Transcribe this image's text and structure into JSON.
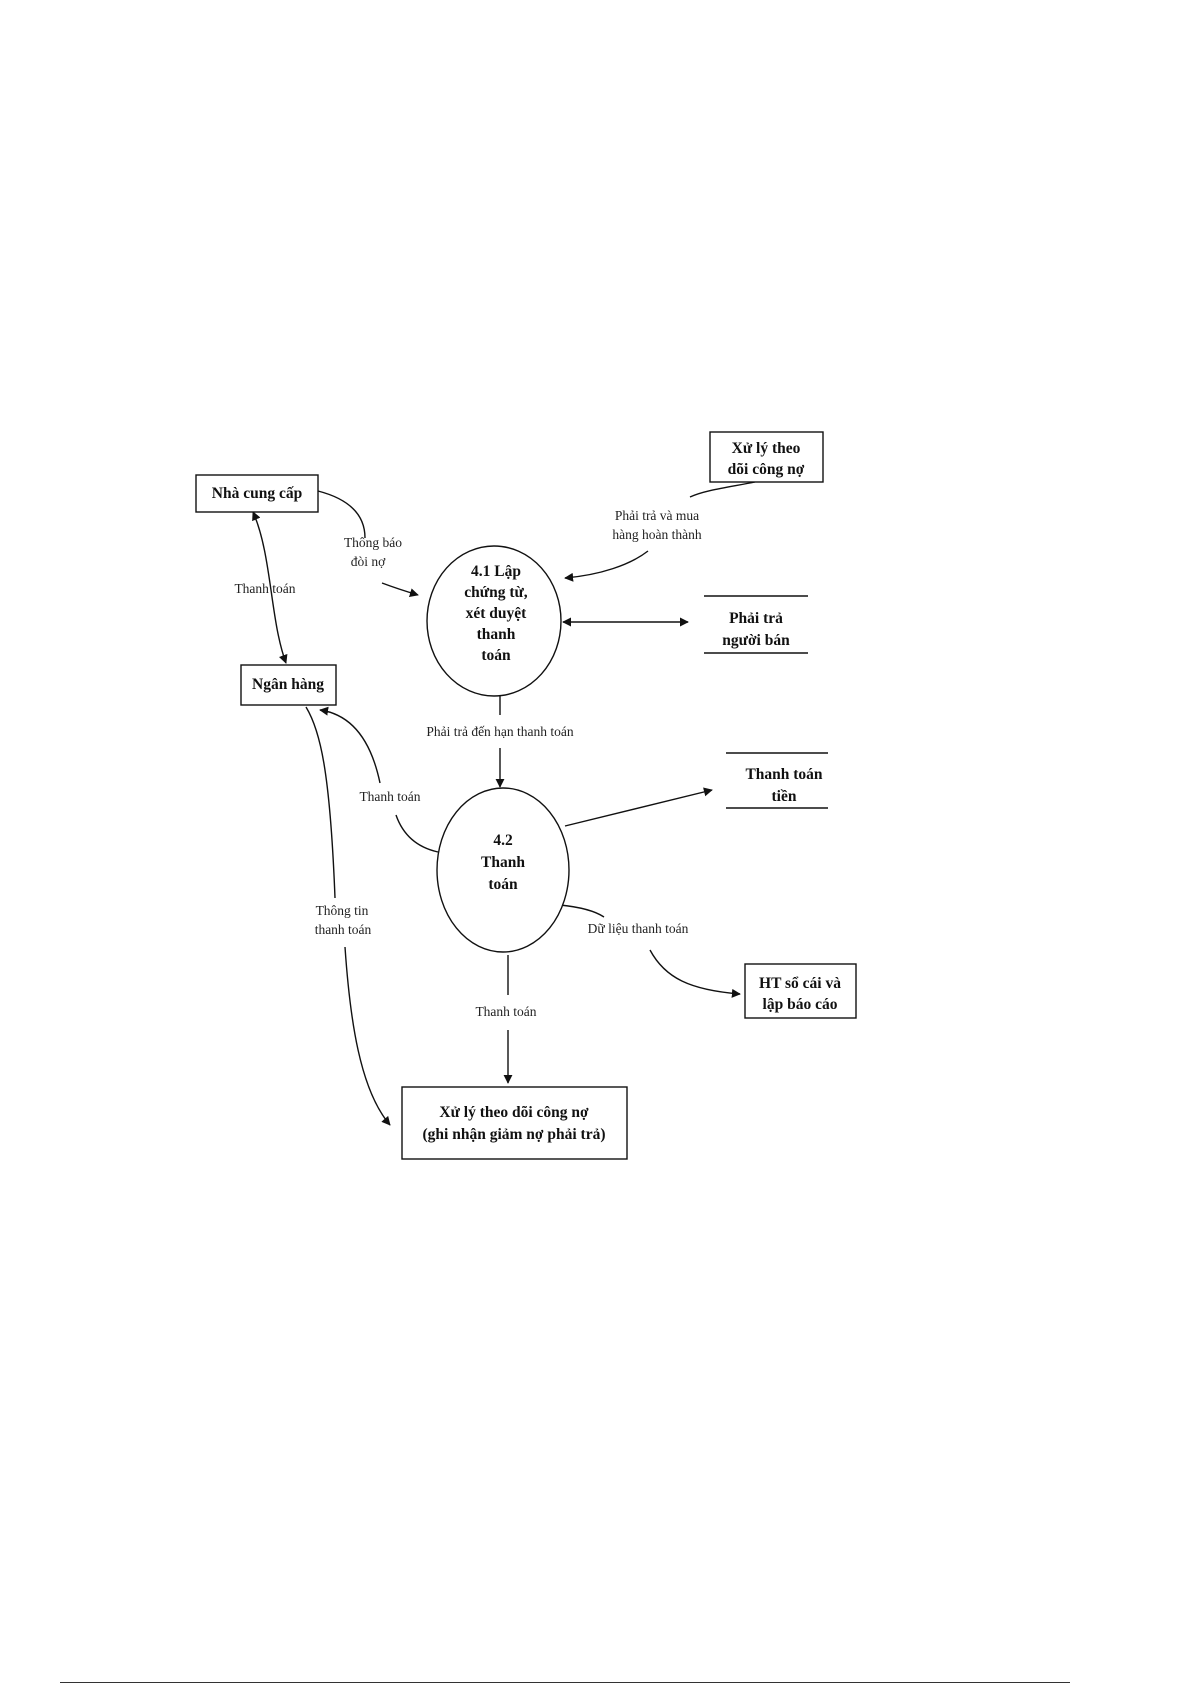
{
  "entities": {
    "nha_cung_cap": "Nhà cung cấp",
    "ngan_hang": "Ngân hàng",
    "xu_ly_top": [
      "Xử lý theo",
      "dõi công nợ"
    ],
    "ht_so_cai": [
      "HT sổ cái và",
      "lập báo cáo"
    ],
    "xu_ly_bottom": [
      "Xử lý theo dõi công nợ",
      "(ghi nhận giảm nợ phải trả)"
    ]
  },
  "processes": {
    "p41": [
      "4.1 Lập",
      "chứng từ,",
      "xét duyệt",
      "thanh",
      "toán"
    ],
    "p42": [
      "4.2",
      "Thanh",
      "toán"
    ]
  },
  "stores": {
    "phai_tra": [
      "Phải trả",
      "người bán"
    ],
    "thanh_toan_tien": [
      "Thanh toán",
      "tiền"
    ]
  },
  "flows": {
    "thong_bao_doi_no": [
      "Thông báo",
      "đòi nợ"
    ],
    "thanh_toan_ncc": "Thanh toán",
    "phai_tra_va_mua": [
      "Phải trả và mua",
      "hàng hoàn thành"
    ],
    "phai_tra_den_han": "Phải trả đến hạn thanh toán",
    "thanh_toan_ngan_hang": "Thanh toán",
    "thong_tin_thanh_toan": [
      "Thông tin",
      "thanh toán"
    ],
    "du_lieu_thanh_toan": "Dữ liệu thanh toán",
    "thanh_toan_bottom": "Thanh toán"
  }
}
